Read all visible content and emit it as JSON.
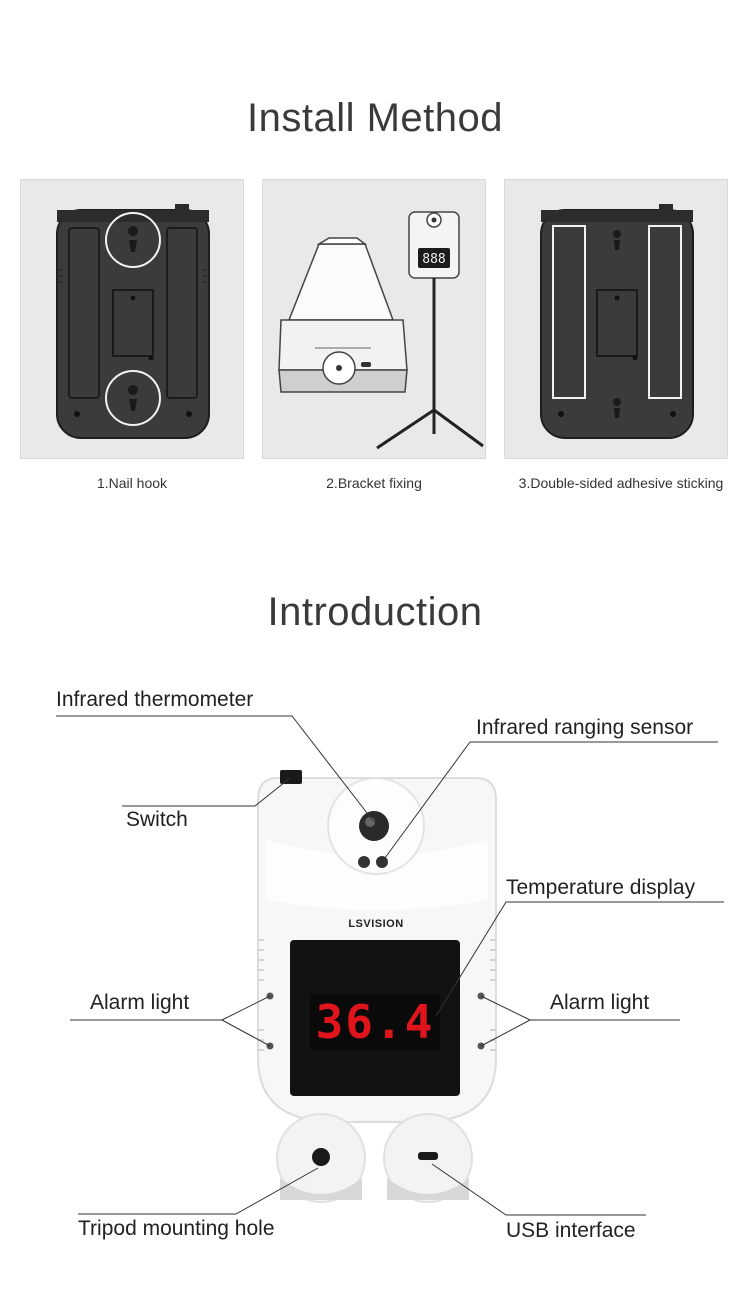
{
  "install": {
    "title": "Install Method",
    "methods": [
      {
        "label": "1.Nail hook"
      },
      {
        "label": "2.Bracket fixing"
      },
      {
        "label": "3.Double-sided adhesive sticking"
      }
    ],
    "bracket_display": "888"
  },
  "intro": {
    "title": "Introduction",
    "brand": "LSVISION",
    "display_value": "36.4",
    "labels": {
      "thermometer": "Infrared thermometer",
      "ranging_sensor": "Infrared ranging sensor",
      "switch": "Switch",
      "temperature_display": "Temperature display",
      "alarm_left": "Alarm light",
      "alarm_right": "Alarm light",
      "tripod": "Tripod mounting hole",
      "usb": "USB interface"
    }
  },
  "colors": {
    "device_dark": "#3b3b3b",
    "panel_bg": "#e9e9ea",
    "led_red": "#e0141b",
    "brand_red": "#d21f26"
  }
}
